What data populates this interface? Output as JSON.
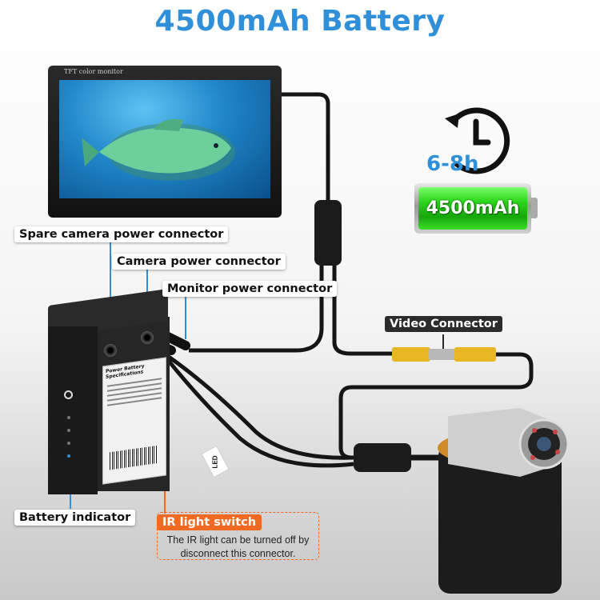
{
  "title": "4500mAh Battery",
  "monitor": {
    "brand": "TFT color monitor"
  },
  "runtime": {
    "hours": "6-8h",
    "clock_icon": "clock-icon"
  },
  "battery_graphic": {
    "label": "4500mAh",
    "fill_percent": 100,
    "fill_color": "#2bd51a"
  },
  "labels": {
    "spare_camera": "Spare camera power connector",
    "camera": "Camera power connector",
    "monitor": "Monitor power connector",
    "video": "Video Connector",
    "battery_indicator": "Battery indicator",
    "ir_switch": "IR light switch",
    "ir_desc": "The IR light can be turned off by disconnect this connector.",
    "led_tag": "LED"
  },
  "battery_box": {
    "sticker_title": "Power Battery Specifications"
  },
  "colors": {
    "title_blue": "#2f8fd8",
    "accent_orange": "#f26a22",
    "label_bg_dark": "#2b2b2b"
  }
}
